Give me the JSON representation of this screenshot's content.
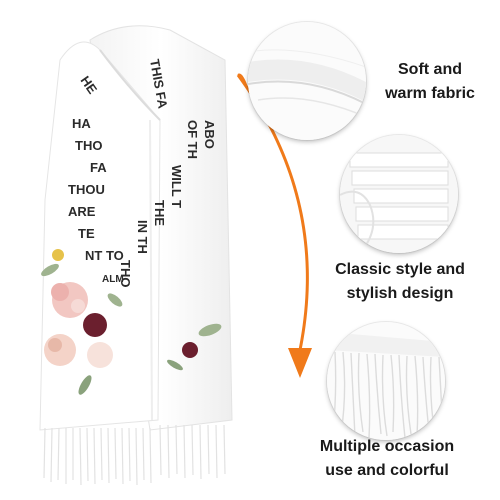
{
  "product": {
    "scarf_text_lines": [
      "HE",
      "HA",
      "THO",
      "FA",
      "THOU",
      "ARE",
      "TE",
      "NT TO",
      "ALM",
      "THIS FA",
      "ABO",
      "OF TH",
      "WILL T",
      "THE",
      "IN TH",
      "THO"
    ]
  },
  "features": [
    {
      "lines": [
        "Soft and",
        "warm fabric"
      ],
      "image": "fabric-closeup"
    },
    {
      "lines": [
        "Classic style and",
        "stylish design"
      ],
      "image": "folded-fabric"
    },
    {
      "lines": [
        "Multiple occasion",
        "use and colorful"
      ],
      "image": "tassel-fringe"
    }
  ],
  "colors": {
    "accent_arrow": "#f07a1a",
    "text": "#1a1a1a",
    "floral_pink": "#f2c7c2",
    "floral_burgundy": "#6b1f2e",
    "leaf_green": "#9fb38f"
  },
  "icons": {
    "arrow": "curved-down-arrow-icon"
  }
}
